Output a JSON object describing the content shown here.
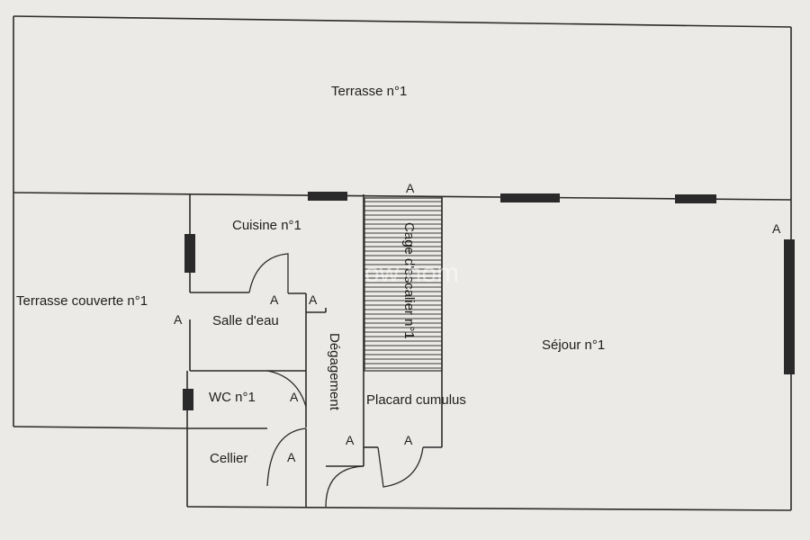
{
  "rooms": {
    "terrasse1": "Terrasse n°1",
    "cuisine": "Cuisine n°1",
    "terrasse_couverte": "Terrasse couverte n°1",
    "salle_eau": "Salle d'eau",
    "wc": "WC n°1",
    "cellier": "Cellier",
    "degagement": "Dégagement",
    "cage_escalier": "Cage d'escalier n°1",
    "placard": "Placard cumulus",
    "sejour": "Séjour n°1"
  },
  "markers": {
    "a": "A"
  },
  "watermark": "ow hom"
}
